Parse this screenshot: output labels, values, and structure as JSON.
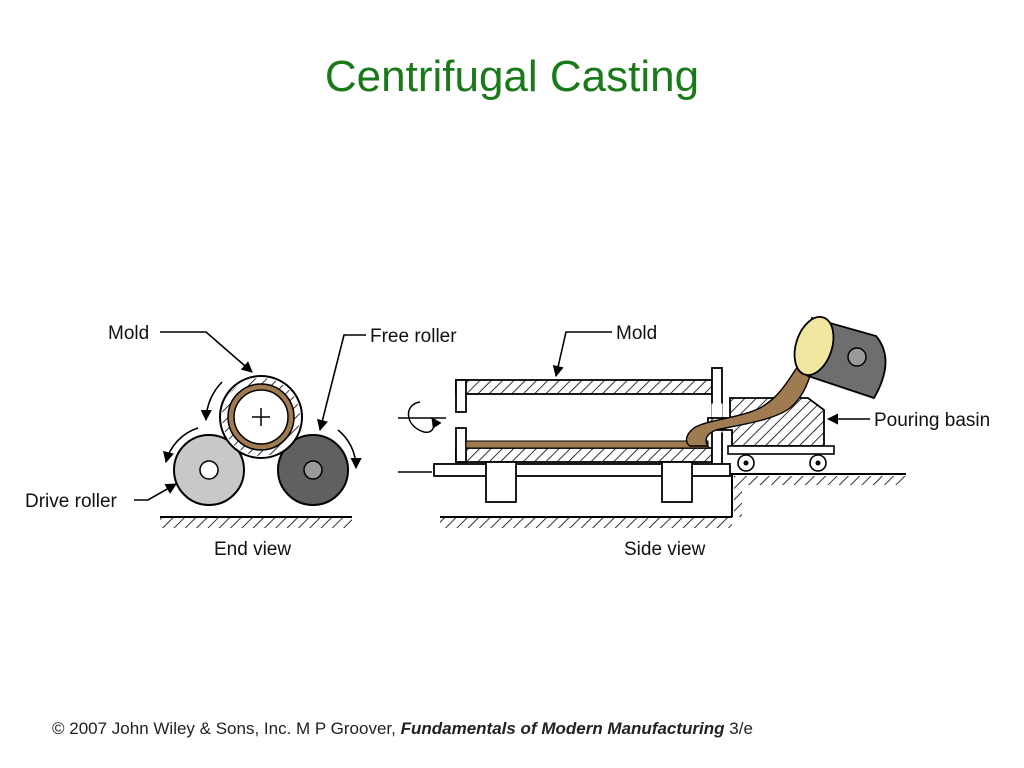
{
  "slide": {
    "title": "Centrifugal Casting"
  },
  "end_view": {
    "label_mold": "Mold",
    "label_free_roller": "Free roller",
    "label_drive_roller": "Drive roller",
    "caption": "End view"
  },
  "side_view": {
    "label_mold": "Mold",
    "label_pouring_basin": "Pouring basin",
    "caption": "Side view"
  },
  "footer": {
    "copyright": "© 2007 John Wiley & Sons, Inc.  M P Groover, ",
    "book_title": "Fundamentals of Modern Manufacturing",
    "edition": " 3/e"
  },
  "colors": {
    "title": "#1a7a1a",
    "metal": "#a07a50",
    "drive_roller": "#c8c8c8",
    "free_roller": "#606060",
    "ladle": "#6e6e6e",
    "ladle_inner": "#f0e6a0"
  }
}
